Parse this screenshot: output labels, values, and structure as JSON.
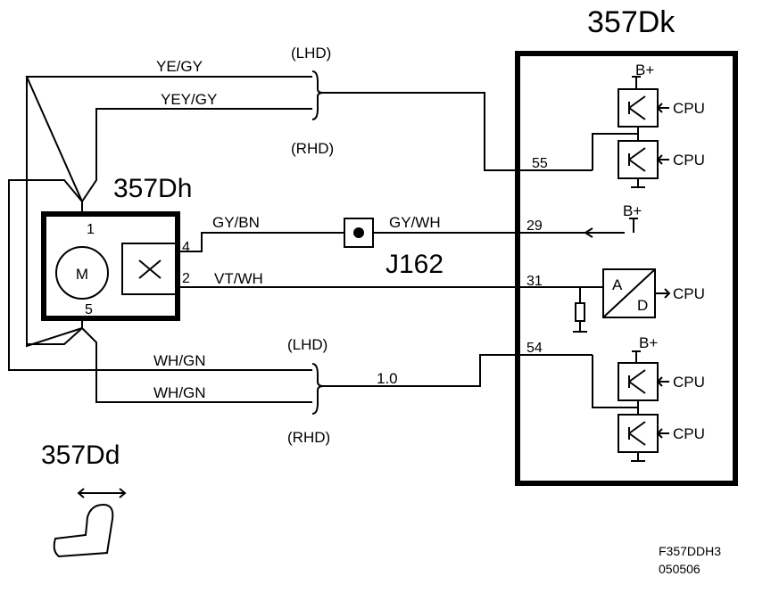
{
  "modules": {
    "control_unit": "357Dk",
    "motor_unit": "357Dh",
    "component": "357Dd"
  },
  "connector": "J162",
  "motor_symbol": "M",
  "wires": {
    "top_1": "YE/GY",
    "top_2": "YEY/GY",
    "gy_bn": "GY/BN",
    "gy_wh": "GY/WH",
    "vt_wh": "VT/WH",
    "bottom_1": "WH/GN",
    "bottom_2": "WH/GN",
    "bottom_size": "1.0"
  },
  "variants": {
    "lhd_top": "(LHD)",
    "rhd_top": "(RHD)",
    "lhd_bottom": "(LHD)",
    "rhd_bottom": "(RHD)"
  },
  "pins": {
    "motor_1": "1",
    "motor_5": "5",
    "sensor_4": "4",
    "sensor_2": "2",
    "ecu_55": "55",
    "ecu_29": "29",
    "ecu_31": "31",
    "ecu_54": "54"
  },
  "supply": {
    "bplus_1": "B+",
    "bplus_29": "B+",
    "bplus_2": "B+"
  },
  "cpu_labels": [
    "CPU",
    "CPU",
    "CPU",
    "CPU",
    "CPU"
  ],
  "adc": {
    "a": "A",
    "d": "D"
  },
  "footer": {
    "figure_id": "F357DDH3",
    "date_code": "050506"
  }
}
